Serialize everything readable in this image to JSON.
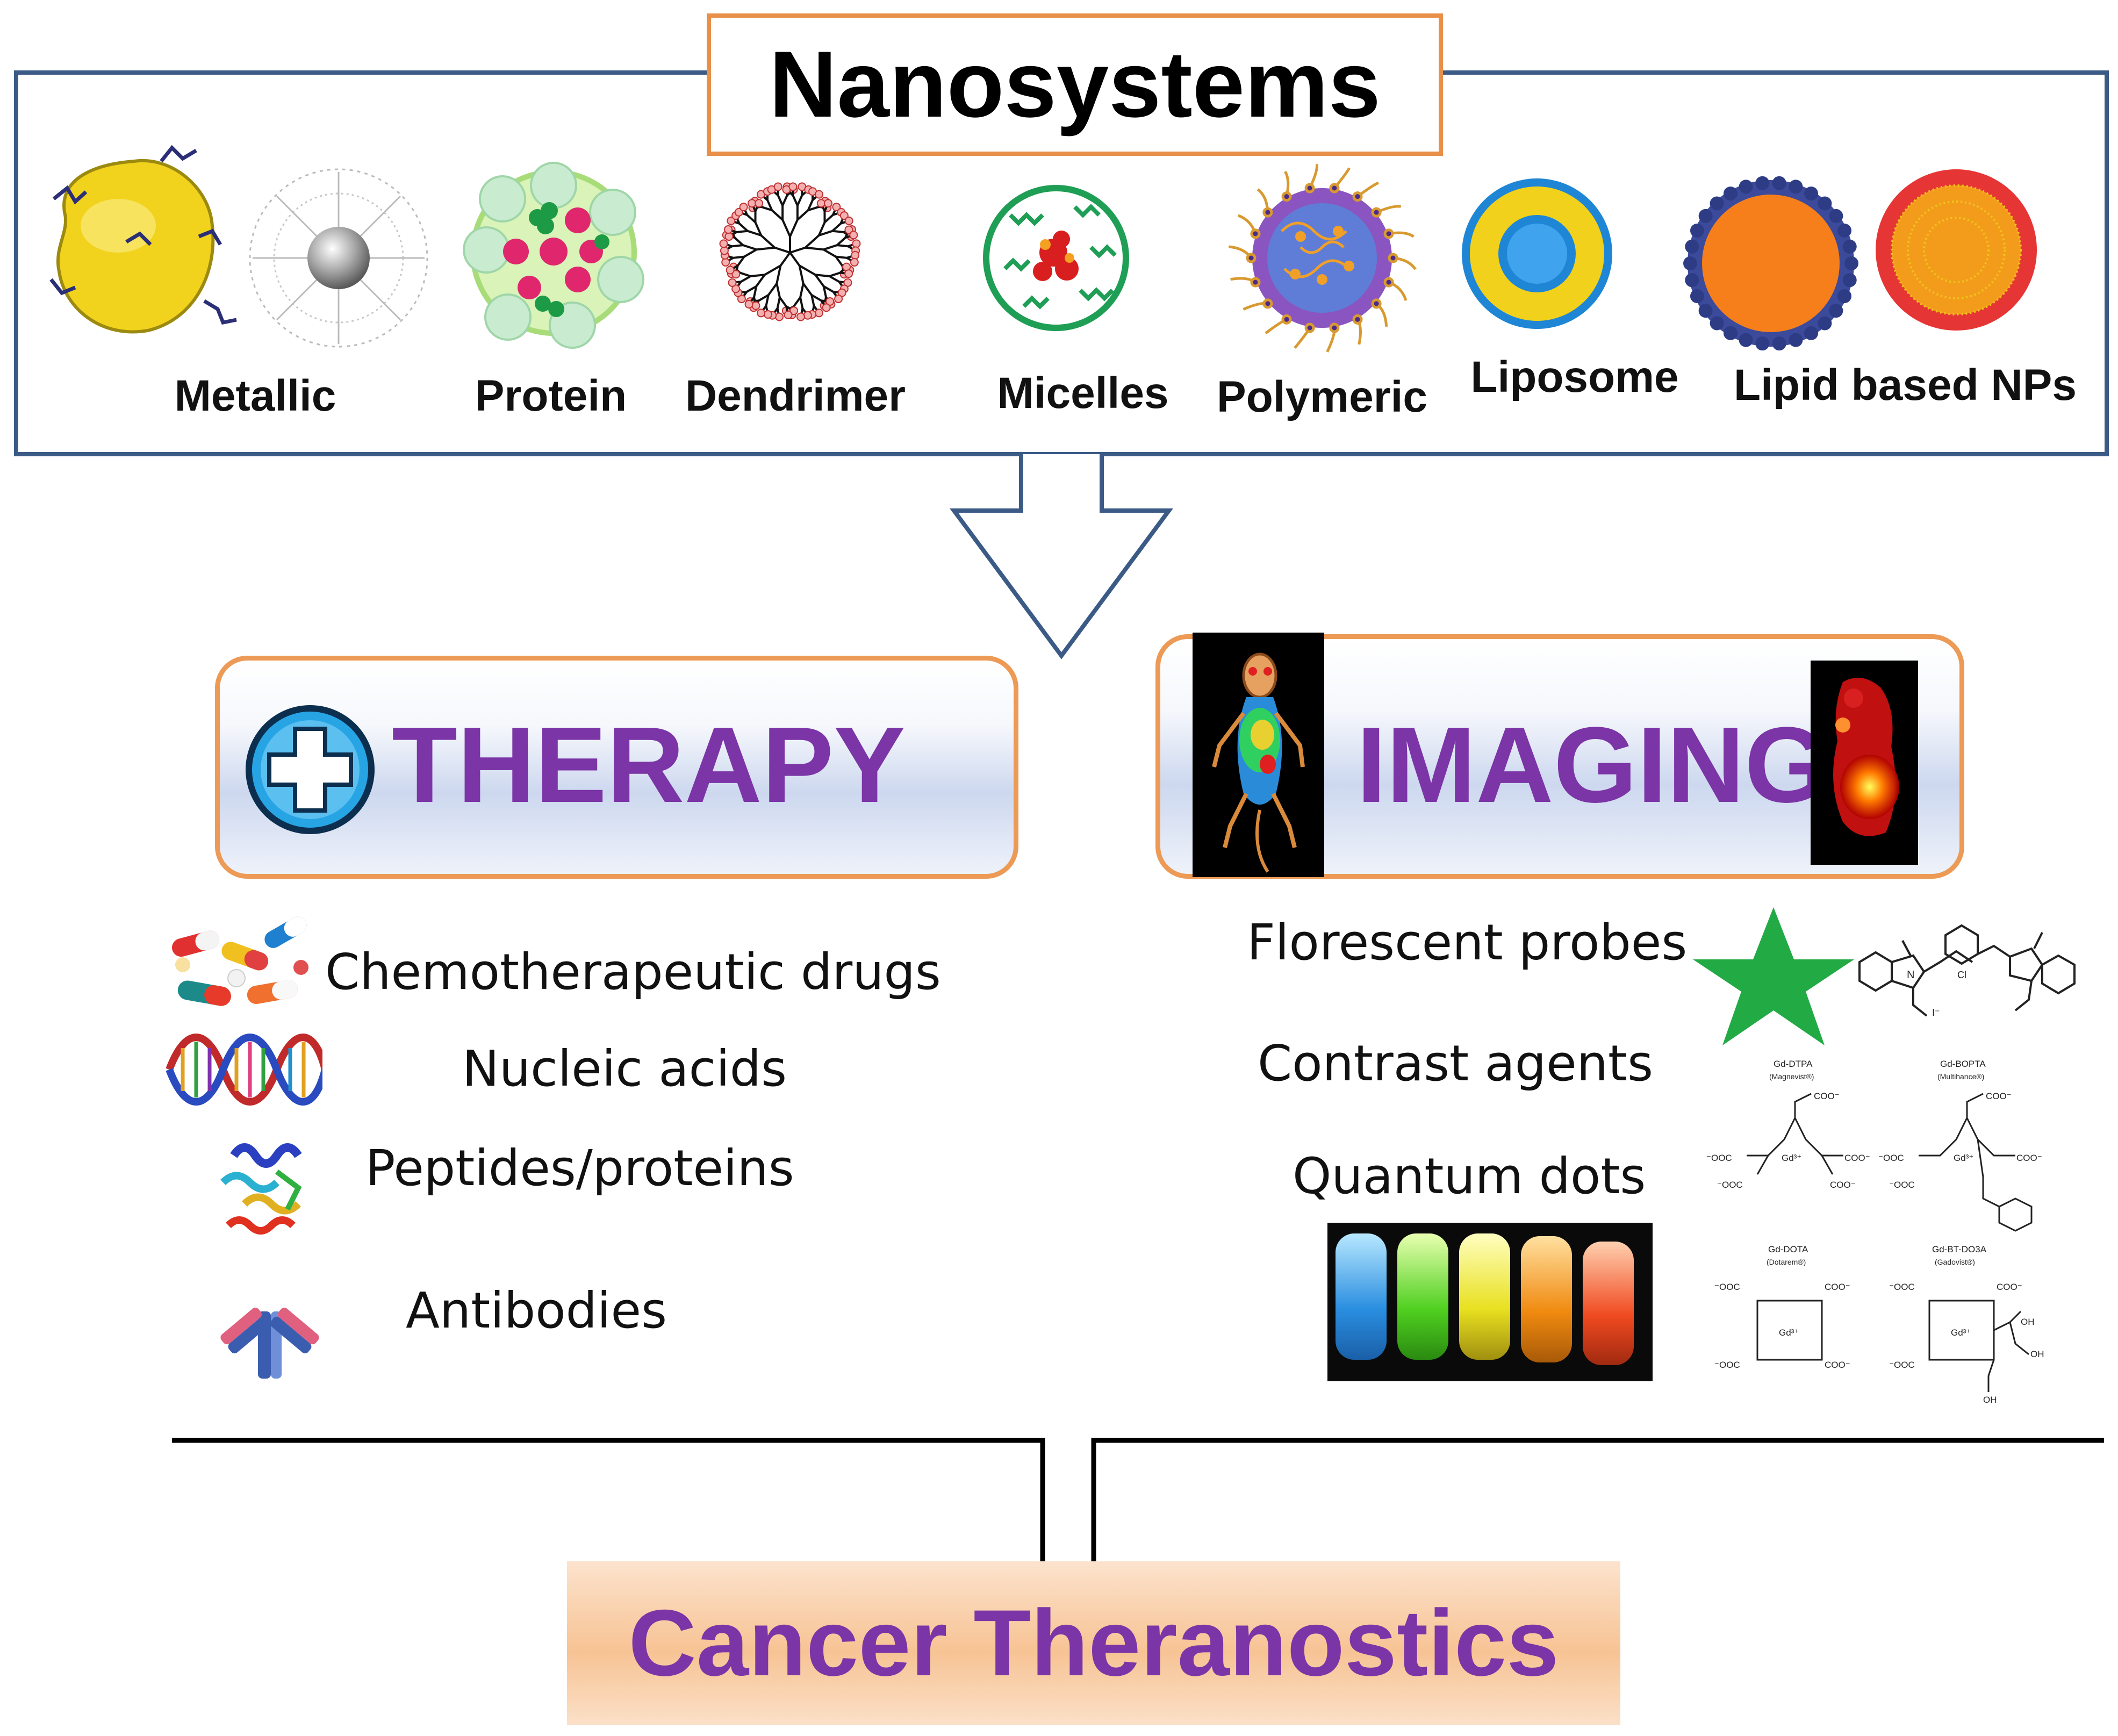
{
  "title": "Nanosystems",
  "nanosystems": [
    {
      "label": "Metallic",
      "icon": "metallic-nanoparticle-icon"
    },
    {
      "label": "Protein",
      "icon": "protein-nanoparticle-icon"
    },
    {
      "label": "Dendrimer",
      "icon": "dendrimer-icon"
    },
    {
      "label": "Micelles",
      "icon": "micelle-icon"
    },
    {
      "label": "Polymeric",
      "icon": "polymeric-nanoparticle-icon"
    },
    {
      "label": "Liposome",
      "icon": "liposome-icon"
    },
    {
      "label": "Lipid based NPs",
      "icon": "lipid-nanoparticle-icon"
    }
  ],
  "therapy": {
    "title": "THERAPY",
    "items": [
      {
        "label": "Chemotherapeutic drugs",
        "icon": "pills-icon"
      },
      {
        "label": "Nucleic acids",
        "icon": "dna-icon"
      },
      {
        "label": "Peptides/proteins",
        "icon": "protein-structure-icon"
      },
      {
        "label": "Antibodies",
        "icon": "antibody-icon"
      }
    ]
  },
  "imaging": {
    "title": "IMAGING",
    "items": [
      {
        "label": "Florescent probes",
        "icon": "star-icon"
      },
      {
        "label": "Contrast agents",
        "icon": "chemical-structure-icon"
      },
      {
        "label": "Quantum dots",
        "icon": "quantum-dots-icon"
      }
    ],
    "contrast_agents": [
      {
        "name": "Gd-DTPA",
        "brand": "(Magnevist®)"
      },
      {
        "name": "Gd-BOPTA",
        "brand": "(Multihance®)"
      },
      {
        "name": "Gd-DOTA",
        "brand": "(Dotarem®)"
      },
      {
        "name": "Gd-BT-DO3A",
        "brand": "(Gadovist®)"
      }
    ],
    "chem_labels": {
      "coo": "COO⁻",
      "ooc": "⁻OOC",
      "n": "N",
      "gd": "Gd³⁺",
      "oh": "OH",
      "iodide": "I⁻",
      "cl": "Cl"
    }
  },
  "footer": "Cancer Theranostics",
  "colors": {
    "accent_orange": "#ec9a55",
    "purple": "#7b35a6",
    "frame_blue": "#3b5b86",
    "star_green": "#22aa44"
  }
}
